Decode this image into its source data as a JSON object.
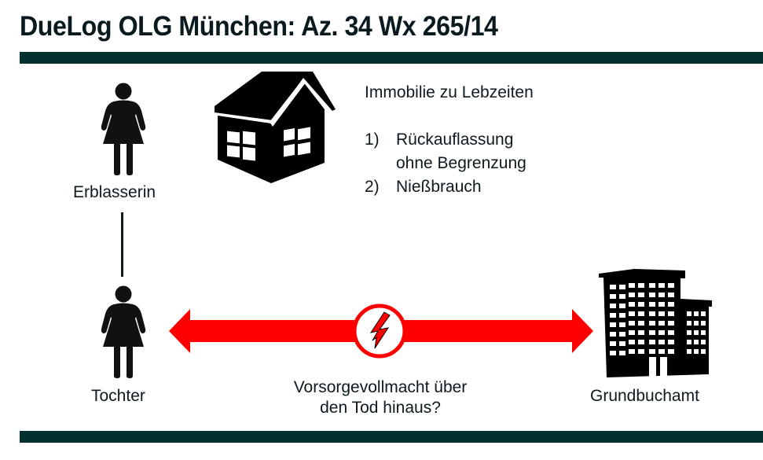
{
  "header": {
    "title": "DueLog OLG München: Az. 34 Wx 265/14"
  },
  "colors": {
    "bar": "#023030",
    "arrow": "#ff0000",
    "text": "#0d1a1f"
  },
  "persons": [
    {
      "label": "Erblasserin",
      "icon": "woman-icon"
    },
    {
      "label": "Tochter",
      "icon": "woman-icon"
    }
  ],
  "property": {
    "icon": "house-icon",
    "heading": "Immobilie zu Lebzeiten",
    "items": [
      {
        "num": "1)",
        "text": "Rückauflassung",
        "text2": "ohne Begrenzung"
      },
      {
        "num": "2)",
        "text": "Nießbrauch"
      }
    ]
  },
  "relation": {
    "icon": "lightning-conflict-icon",
    "question_line1": "Vorsorgevollmacht über",
    "question_line2": "den Tod hinaus?"
  },
  "authority": {
    "label": "Grundbuchamt",
    "icon": "office-building-icon"
  }
}
